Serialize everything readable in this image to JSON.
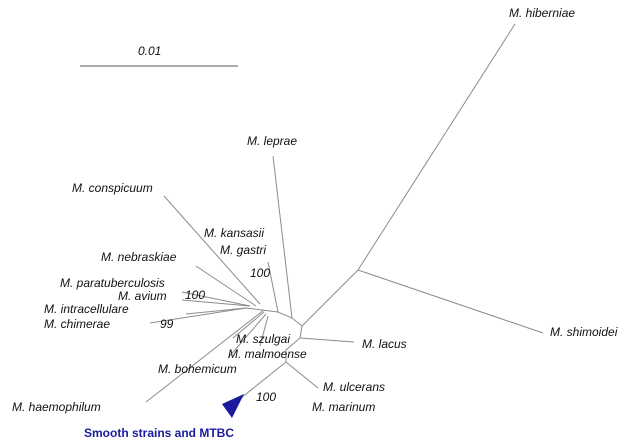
{
  "scale": {
    "label": "0.01"
  },
  "taxa": {
    "hiberniae": "M. hiberniae",
    "leprae": "M. leprae",
    "conspicuum": "M. conspicuum",
    "kansasii": "M. kansasii",
    "gastri": "M. gastri",
    "nebraskiae": "M. nebraskiae",
    "paratuberculosis": "M. paratuberculosis",
    "avium": "M. avium",
    "intracellulare": "M. intracellulare",
    "chimerae": "M. chimerae",
    "szulgai": "M. szulgai",
    "malmoense": "M. malmoense",
    "lacus": "M. lacus",
    "shimoidei": "M. shimoidei",
    "bohemicum": "M. bohemicum",
    "haemophilum": "M. haemophilum",
    "ulcerans": "M. ulcerans",
    "marinum": "M. marinum"
  },
  "bootstrap": {
    "kansasii_gastri": "100",
    "avium": "100",
    "chimerae": "99",
    "smooth": "100"
  },
  "clade": {
    "label": "Smooth strains and MTBC",
    "color": "#1a1a9e"
  }
}
